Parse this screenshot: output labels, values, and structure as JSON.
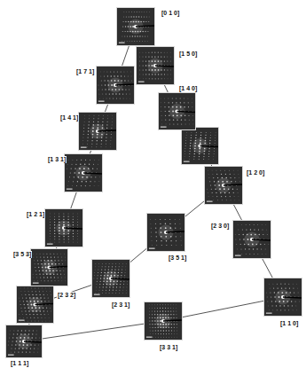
{
  "diagram": {
    "nodes": [
      {
        "text": [
          "[0 1 0]"
        ]
      },
      {
        "text": [
          "[1 5 0]"
        ]
      },
      {
        "text": [
          "[1 7 1]"
        ]
      },
      {
        "text": [
          "[1 4 0]"
        ]
      },
      {
        "text": [
          "[1 4 1]"
        ]
      },
      {
        "text": [
          "[1 3 1]"
        ]
      },
      {
        "text": [
          "[1 2 0]"
        ]
      },
      {
        "text": [
          "[1 2 1]"
        ]
      },
      {
        "text": [
          "[3 5 1]"
        ]
      },
      {
        "text": [
          "[2 3 0]"
        ]
      },
      {
        "text": [
          "[3 5 3]"
        ]
      },
      {
        "text": [
          "[2 3 1]"
        ]
      },
      {
        "text": [
          "[2 3 2]"
        ]
      },
      {
        "text": [
          "[1 1 0]"
        ]
      },
      {
        "text": [
          "[3 3 1]"
        ]
      },
      {
        "text": [
          "[1 1 1]"
        ]
      }
    ],
    "edges": [
      {
        "from": 0,
        "to": 2,
        "arrow": "none"
      },
      {
        "from": 0,
        "to": 1,
        "arrow": "none"
      },
      {
        "from": 1,
        "to": 3,
        "arrow": "none"
      },
      {
        "from": 2,
        "to": 4,
        "arrow": "none"
      },
      {
        "from": 4,
        "to": 5,
        "arrow": "none"
      },
      {
        "from": 5,
        "to": 7,
        "arrow": "none"
      },
      {
        "from": 7,
        "to": 10,
        "arrow": "none"
      },
      {
        "from": 10,
        "to": 12,
        "arrow": "none"
      },
      {
        "from": 12,
        "to": 15,
        "arrow": "none"
      },
      {
        "from": 6,
        "to": 8,
        "arrow": "none"
      },
      {
        "from": 8,
        "to": 11,
        "arrow": "none"
      },
      {
        "from": 11,
        "to": 12,
        "arrow": "none"
      },
      {
        "from": 6,
        "to": 9,
        "arrow": "none"
      },
      {
        "from": 9,
        "to": 13,
        "arrow": "none"
      },
      {
        "from": 15,
        "to": 14,
        "arrow": "none"
      },
      {
        "from": 14,
        "to": 13,
        "arrow": "none"
      }
    ]
  }
}
